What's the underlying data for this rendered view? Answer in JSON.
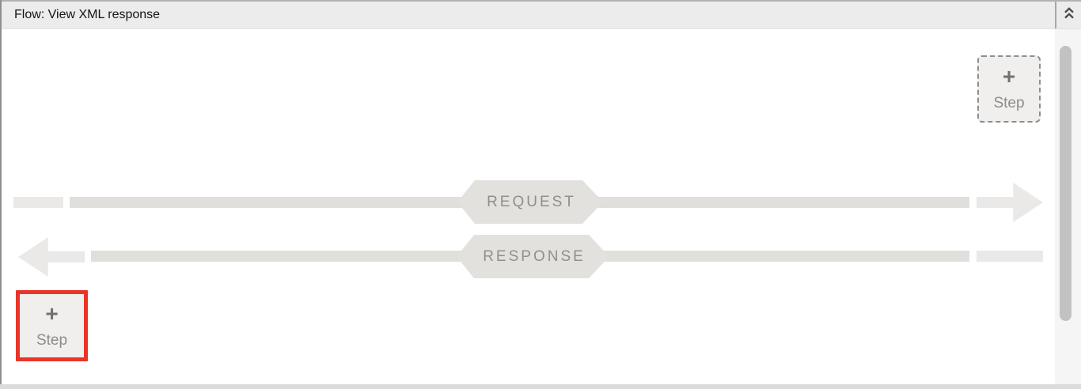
{
  "header": {
    "title": "Flow: View XML response"
  },
  "icons": {
    "collapse": "chevron-double-up",
    "request_direction": "arrow-right",
    "response_direction": "arrow-left"
  },
  "flow": {
    "request_label": "REQUEST",
    "response_label": "RESPONSE",
    "add_step_top": {
      "plus": "+",
      "label": "Step"
    },
    "add_step_bottom": {
      "plus": "+",
      "label": "Step",
      "highlighted": true
    }
  },
  "colors": {
    "highlight_red": "#E93428",
    "header_bg": "#EDECEC",
    "bar": "#E0DFDC",
    "segment": "#EAE9E7",
    "banner": "#E2E1DE",
    "panel_bottom": "#DCDBDB"
  }
}
